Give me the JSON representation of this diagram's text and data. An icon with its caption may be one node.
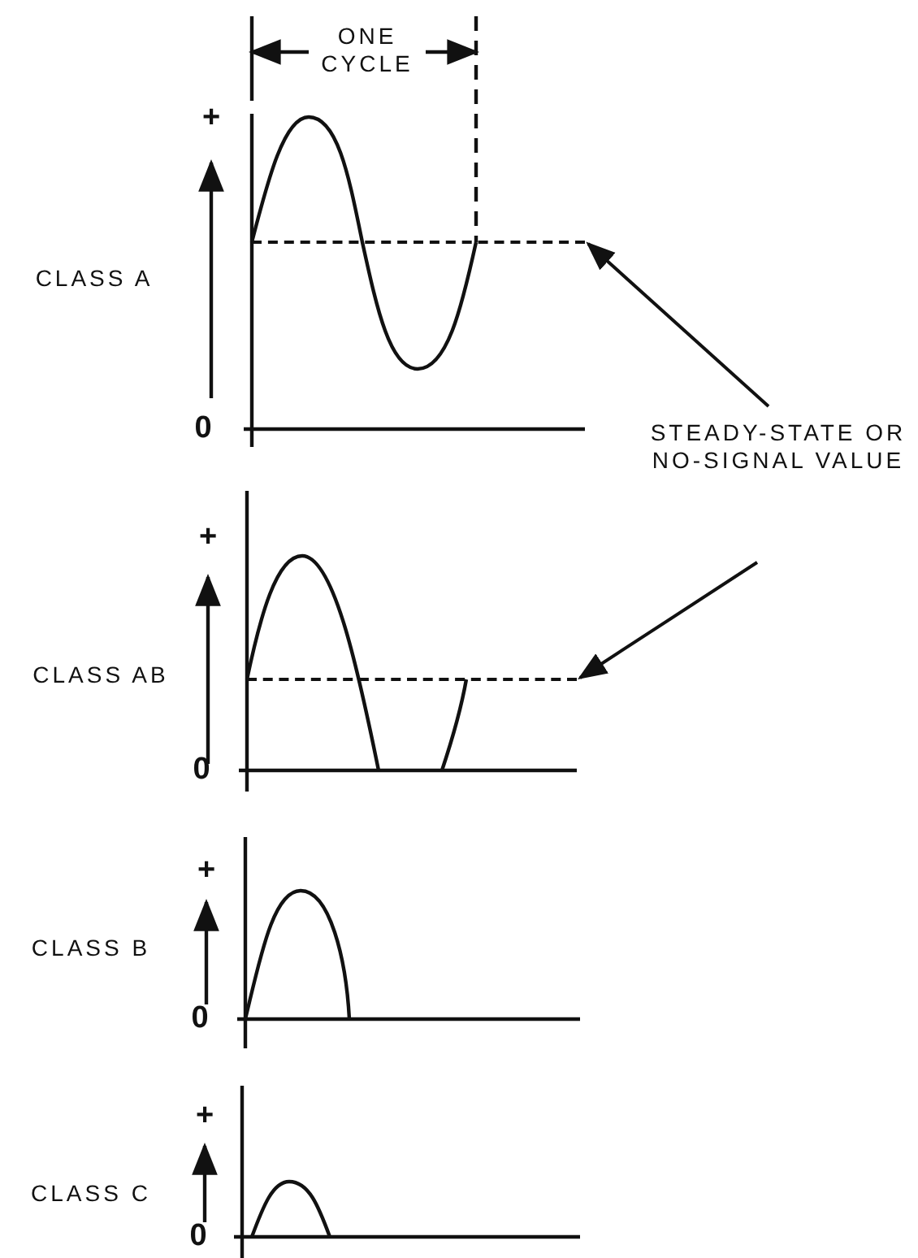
{
  "diagram": {
    "nodes": [
      {
        "text": [
          "STEADY-STATE OR NO-SIGNAL VALUE"
        ]
      },
      {
        "text": [],
        "shape": "line"
      },
      {
        "text": [],
        "shape": "line"
      }
    ],
    "edges": [
      {
        "from": 0,
        "to": 1,
        "arrow": "to"
      },
      {
        "from": 0,
        "to": 2,
        "arrow": "to"
      }
    ],
    "labels": [
      "ONE CYCLE",
      "+",
      "CLASS A",
      "0",
      "+",
      "CLASS AB",
      "0",
      "+",
      "CLASS B",
      "0",
      "+",
      "CLASS C",
      "0"
    ]
  }
}
